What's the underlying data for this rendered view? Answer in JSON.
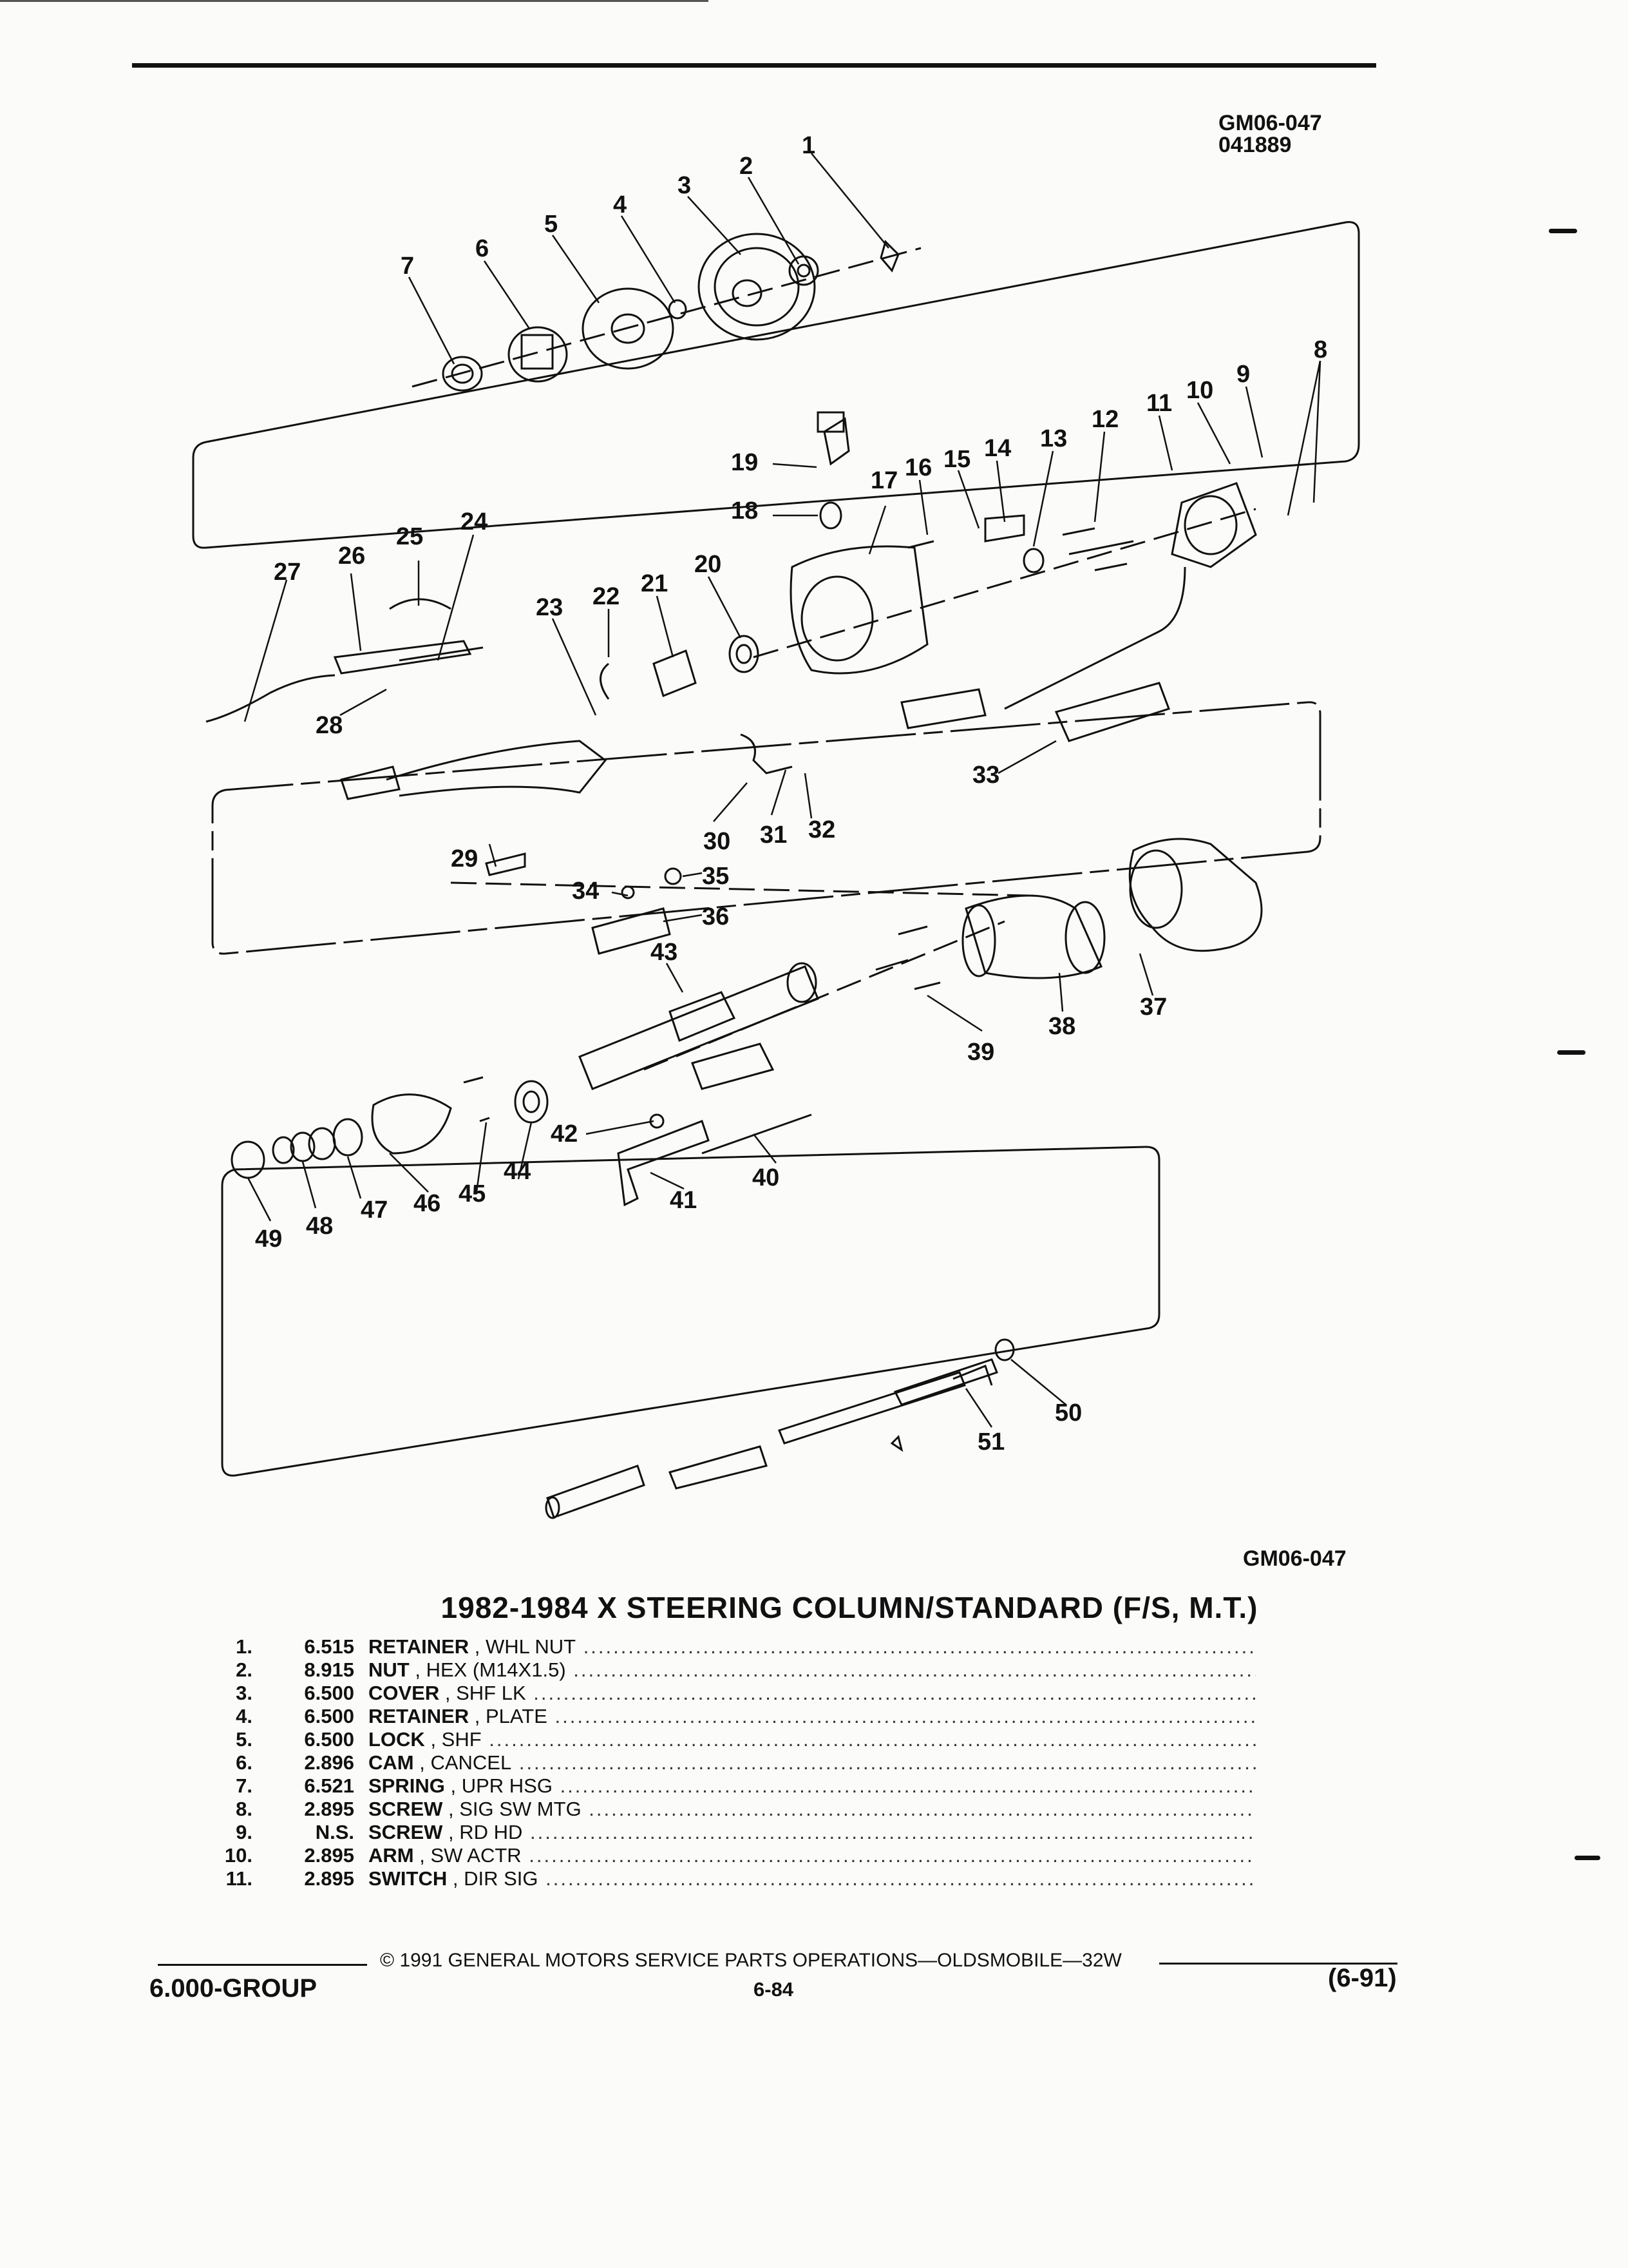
{
  "header": {
    "codes": [
      "GM06-047",
      "041889"
    ]
  },
  "diagram": {
    "callouts": [
      "1",
      "2",
      "3",
      "4",
      "5",
      "6",
      "7",
      "8",
      "9",
      "10",
      "11",
      "12",
      "13",
      "14",
      "15",
      "16",
      "17",
      "18",
      "19",
      "20",
      "21",
      "22",
      "23",
      "24",
      "25",
      "26",
      "27",
      "28",
      "29",
      "30",
      "31",
      "32",
      "33",
      "34",
      "35",
      "36",
      "37",
      "38",
      "39",
      "40",
      "41",
      "42",
      "43",
      "44",
      "45",
      "46",
      "47",
      "48",
      "49",
      "50",
      "51"
    ],
    "figure_code": "GM06-047"
  },
  "title": "1982-1984 X STEERING COLUMN/STANDARD (F/S, M.T.)",
  "parts": [
    {
      "num": "1.",
      "code": "6.515",
      "name": "RETAINER",
      "desc": ", WHL NUT"
    },
    {
      "num": "2.",
      "code": "8.915",
      "name": "NUT",
      "desc": ", HEX (M14X1.5)"
    },
    {
      "num": "3.",
      "code": "6.500",
      "name": "COVER",
      "desc": ", SHF LK"
    },
    {
      "num": "4.",
      "code": "6.500",
      "name": "RETAINER",
      "desc": ", PLATE"
    },
    {
      "num": "5.",
      "code": "6.500",
      "name": "LOCK",
      "desc": ", SHF"
    },
    {
      "num": "6.",
      "code": "2.896",
      "name": "CAM",
      "desc": ", CANCEL"
    },
    {
      "num": "7.",
      "code": "6.521",
      "name": "SPRING",
      "desc": ", UPR HSG"
    },
    {
      "num": "8.",
      "code": "2.895",
      "name": "SCREW",
      "desc": ", SIG SW MTG"
    },
    {
      "num": "9.",
      "code": "N.S.",
      "name": "SCREW",
      "desc": ", RD HD"
    },
    {
      "num": "10.",
      "code": "2.895",
      "name": "ARM",
      "desc": ", SW ACTR"
    },
    {
      "num": "11.",
      "code": "2.895",
      "name": "SWITCH",
      "desc": ", DIR SIG"
    }
  ],
  "footer": {
    "copyright": "© 1991 GENERAL MOTORS SERVICE PARTS OPERATIONS—OLDSMOBILE—32W",
    "group": "6.000-GROUP",
    "page": "6-84",
    "date": "(6-91)"
  }
}
